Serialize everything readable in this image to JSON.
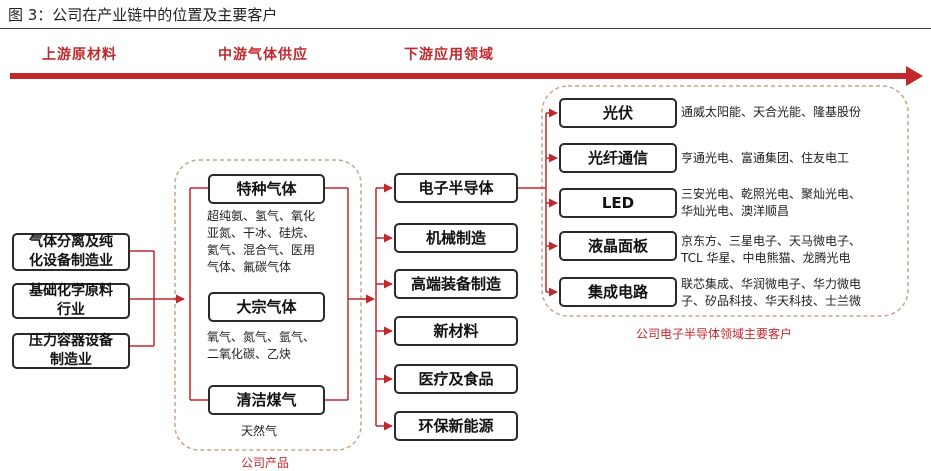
{
  "figure": {
    "title": "图 3：公司在产业链中的位置及主要客户"
  },
  "stages": {
    "upstream": "上游原材料",
    "midstream": "中游气体供应",
    "downstream": "下游应用领域"
  },
  "upstream_items": [
    "气体分离及纯\n化设备制造业",
    "基础化学原料\n行业",
    "压力容器设备\n制造业"
  ],
  "products": {
    "special_gas": {
      "label": "特种气体",
      "examples": "超纯氨、氢气、氧化\n亚氮、干冰、硅烷、\n氦气、混合气、医用\n气体、氟碳气体"
    },
    "bulk_gas": {
      "label": "大宗气体",
      "examples": "氧气、氮气、氩气、\n二氧化碳、乙炔"
    },
    "clean_gas": {
      "label": "清洁煤气",
      "examples": "天然气"
    },
    "caption": "公司产品"
  },
  "downstream_items": [
    "电子半导体",
    "机械制造",
    "高端装备制造",
    "新材料",
    "医疗及食品",
    "环保新能源"
  ],
  "semiconductor_segments": [
    {
      "label": "光伏",
      "customers": "通威太阳能、天合光能、隆基股份"
    },
    {
      "label": "光纤通信",
      "customers": "亨通光电、富通集团、住友电工"
    },
    {
      "label": "LED",
      "customers": "三安光电、乾照光电、聚灿光电、\n华灿光电、澳洋顺昌"
    },
    {
      "label": "液晶面板",
      "customers": "京东方、三星电子、天马微电子、\nTCL 华星、中电熊猫、龙腾光电"
    },
    {
      "label": "集成电路",
      "customers": "联芯集成、华润微电子、华力微电\n子、矽品科技、华天科技、士兰微"
    }
  ],
  "customers_caption": "公司电子半导体领域主要客户",
  "colors": {
    "accent_red": "#c0282c",
    "dashed_border": "#c9a58a",
    "box_border": "#2a2a2a"
  }
}
